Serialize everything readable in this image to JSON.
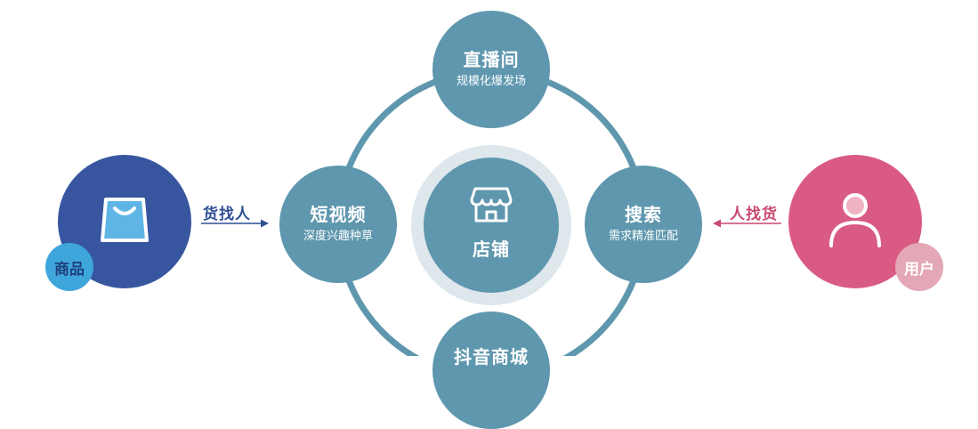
{
  "center": {
    "title": "店铺",
    "icon": "storefront-icon"
  },
  "nodes": {
    "top": {
      "title": "直播间",
      "sub": "规模化爆发场"
    },
    "left": {
      "title": "短视频",
      "sub": "深度兴趣种草"
    },
    "right": {
      "title": "搜索",
      "sub": "需求精准匹配"
    },
    "bottom": {
      "title": "抖音商城",
      "sub": ""
    }
  },
  "goods": {
    "badge": "商品",
    "icon": "shopping-bag-icon",
    "arrow_label": "货找人"
  },
  "user": {
    "badge": "用户",
    "icon": "user-icon",
    "arrow_label": "人找货"
  },
  "colors": {
    "teal": "#5e97ae",
    "goods_blue": "#3856a0",
    "goods_badge": "#3fa6dc",
    "user_pink": "#d95b83",
    "user_badge": "#e3a7b6",
    "ring": "#5e97ae"
  }
}
